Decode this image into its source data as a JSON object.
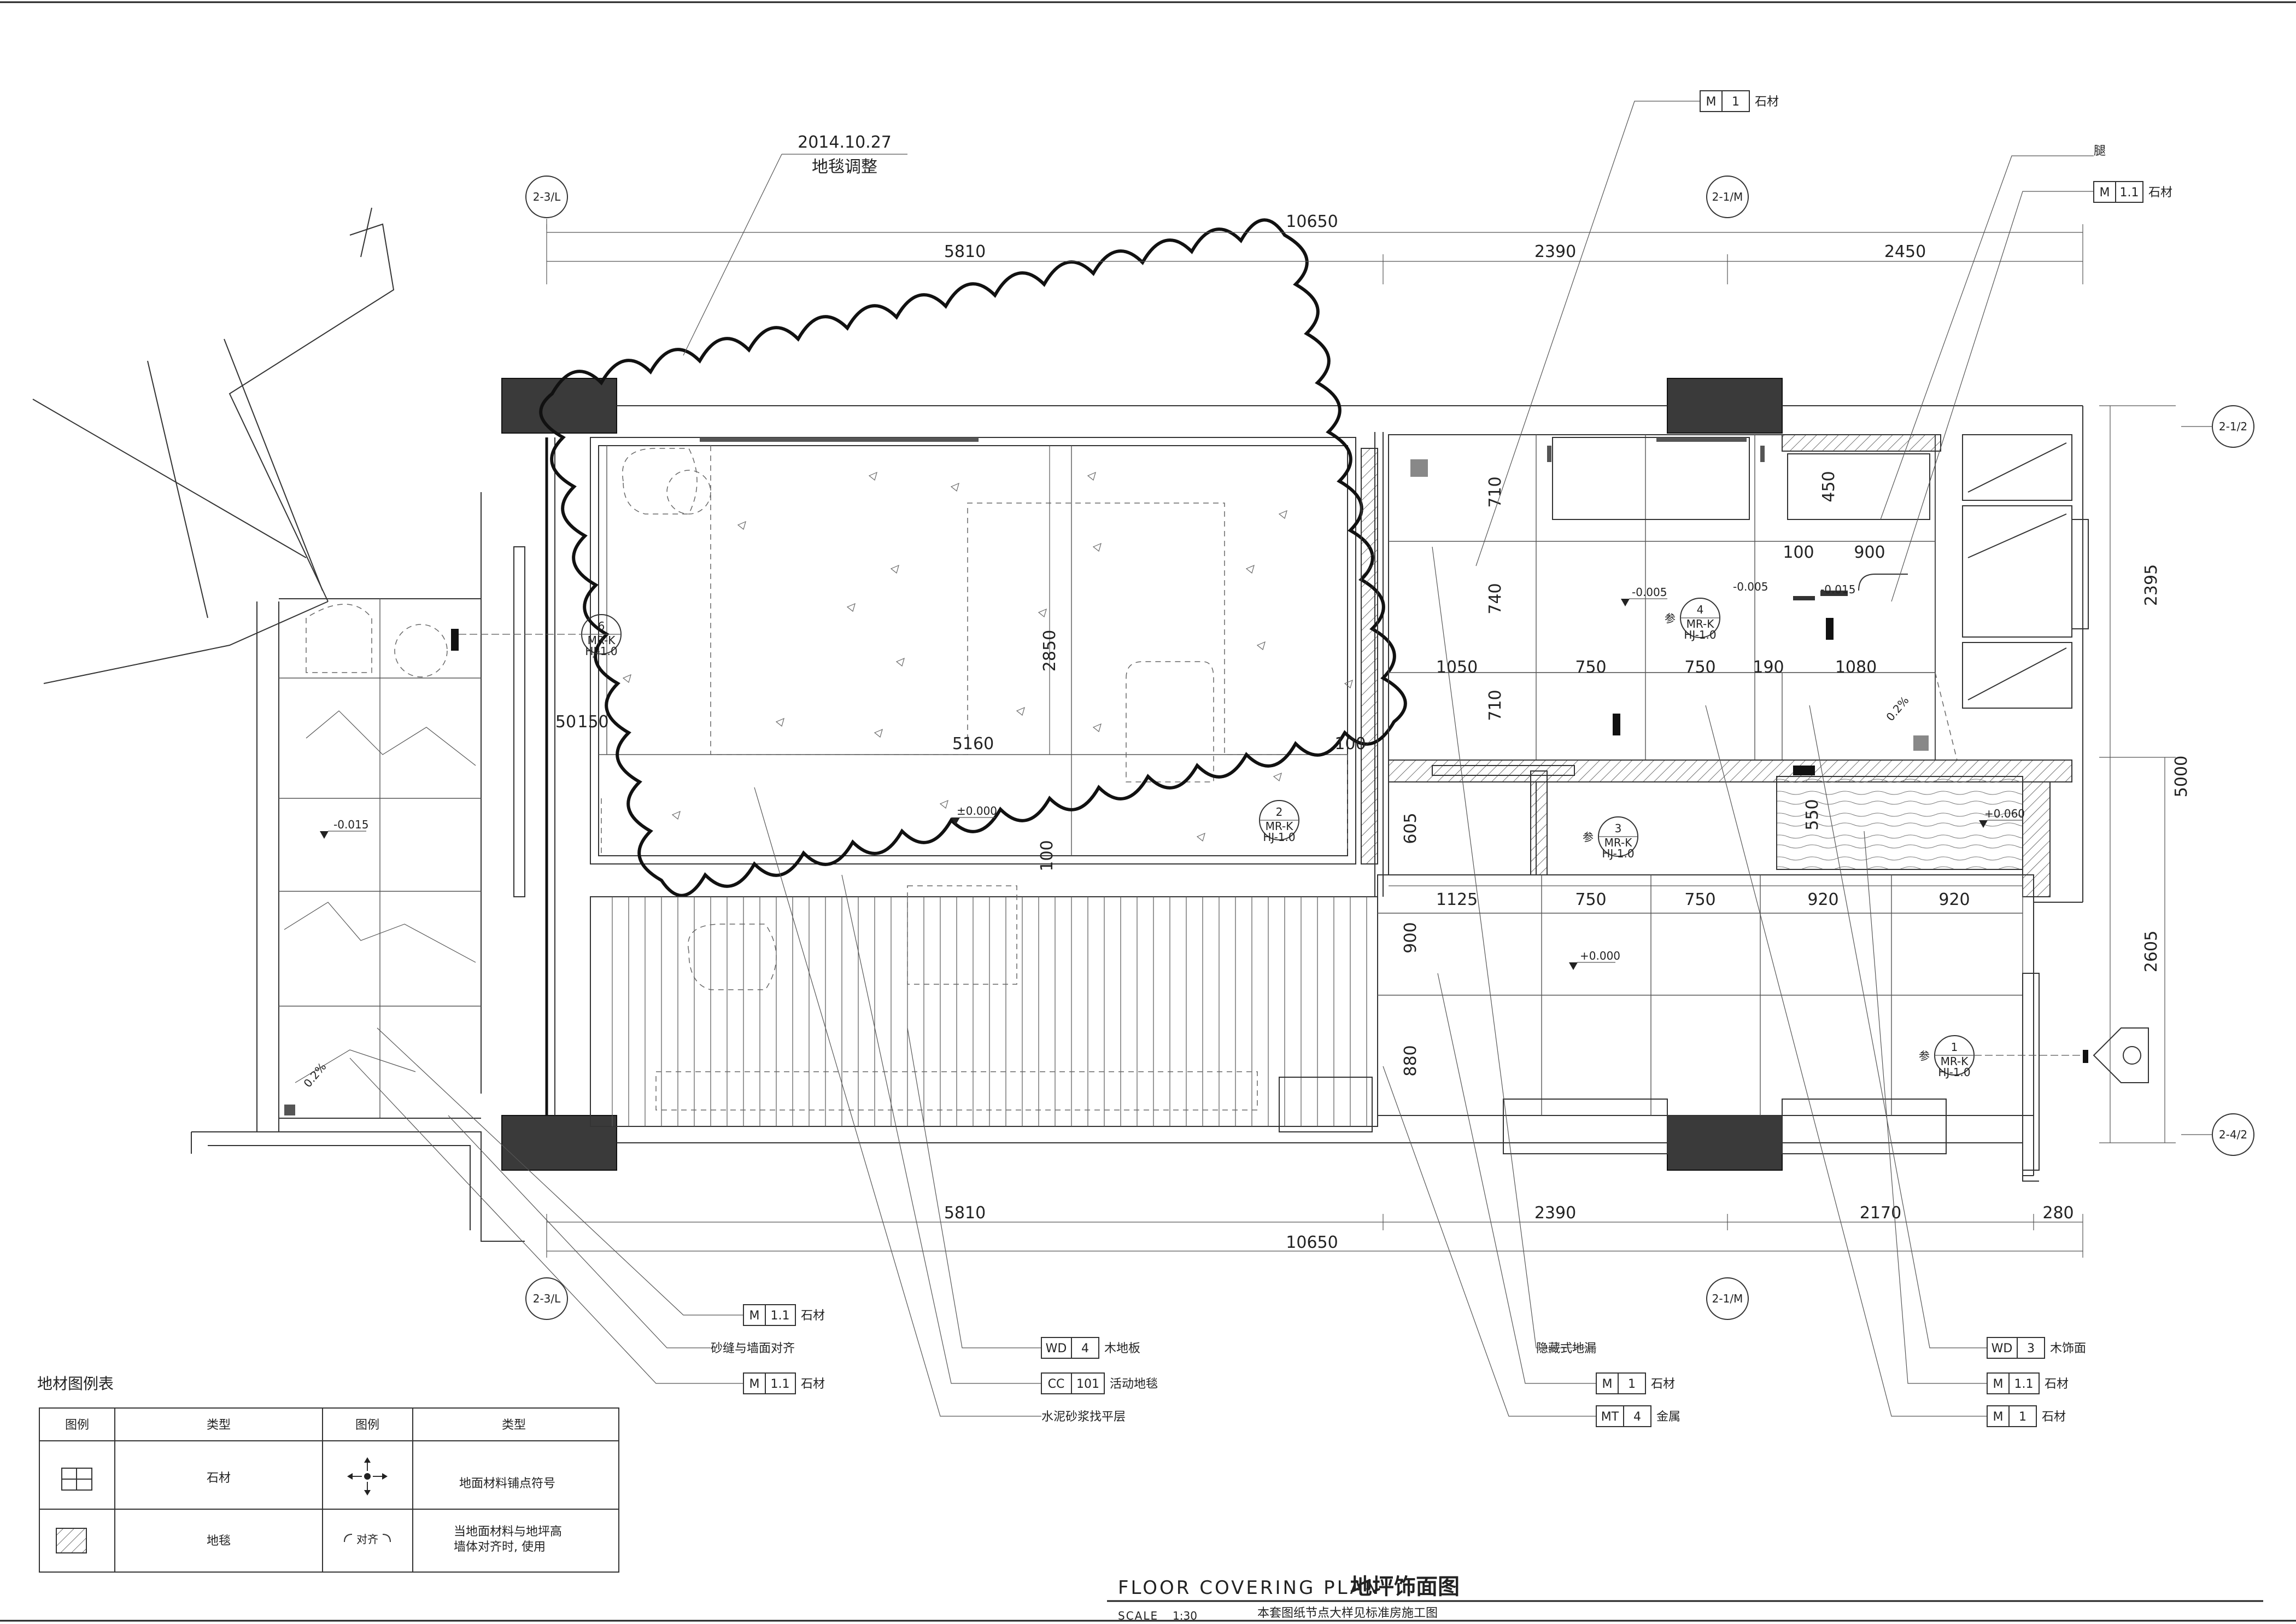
{
  "title": {
    "en": "FLOOR COVERING PLAN",
    "zh": "地坪饰面图",
    "scale_label": "SCALE",
    "scale_value": "1:30",
    "note": "本套图纸节点大样见标准房施工图"
  },
  "revision": {
    "date": "2014.10.27",
    "note": "地毯调整"
  },
  "grid_bubbles": {
    "left_top": "2-3/L",
    "mid_top": "2-1/M",
    "right_top": "2-1/2",
    "left_bottom": "2-3/L",
    "mid_bottom": "2-1/M",
    "right_bottom": "2-4/2"
  },
  "dimensions": {
    "top_total": "10650",
    "top_a": "5810",
    "top_b": "2390",
    "top_c": "2450",
    "bottom_a": "5810",
    "bottom_b": "2390",
    "bottom_c": "2170",
    "bottom_d": "280",
    "bottom_total": "10650",
    "right_a": "2395",
    "right_total": "5000",
    "right_b": "2605",
    "inner": [
      "2850",
      "5160",
      "50",
      "150",
      "100",
      "100",
      "710",
      "740",
      "710",
      "1050",
      "750",
      "750",
      "190",
      "1080",
      "100",
      "900",
      "450",
      "605",
      "550",
      "1125",
      "750",
      "750",
      "920",
      "920",
      "900",
      "880"
    ]
  },
  "levels": {
    "balcony": "-0.015",
    "room": "±0.000",
    "bath1": "-0.005",
    "bath2": "-0.005",
    "bath3": "-0.015",
    "closet": "+0.060",
    "corridor": "+0.000",
    "slope1": "0.2%",
    "slope2": "0.2%"
  },
  "section_marks": [
    {
      "num": "6",
      "ref": "MR-K",
      "sheet": "HJ-1.0"
    },
    {
      "num": "2",
      "ref": "MR-K",
      "sheet": "HJ-1.0"
    },
    {
      "num": "4",
      "ref": "MR-K",
      "sheet": "HJ-1.0"
    },
    {
      "num": "3",
      "ref": "MR-K",
      "sheet": "HJ-1.0"
    },
    {
      "num": "1",
      "ref": "MR-K",
      "sheet": "HJ-1.0"
    }
  ],
  "ref_prefix": "参",
  "callouts": {
    "top1": {
      "code": "M",
      "num": "1",
      "desc": "石材"
    },
    "top2_label": "腿",
    "top3": {
      "code": "M",
      "num": "1.1",
      "desc": "石材"
    },
    "left1": {
      "code": "M",
      "num": "1.1",
      "desc": "石材"
    },
    "left2_label": "砂缝与墙面对齐",
    "left3": {
      "code": "M",
      "num": "1.1",
      "desc": "石材"
    },
    "mid1": {
      "code": "WD",
      "num": "4",
      "desc": "木地板"
    },
    "mid2": {
      "code": "CC",
      "num": "101",
      "desc": "活动地毯"
    },
    "mid3_label": "水泥砂浆找平层",
    "c1_label": "隐藏式地漏",
    "c2": {
      "code": "M",
      "num": "1",
      "desc": "石材"
    },
    "c3": {
      "code": "MT",
      "num": "4",
      "desc": "金属"
    },
    "r1": {
      "code": "WD",
      "num": "3",
      "desc": "木饰面"
    },
    "r2": {
      "code": "M",
      "num": "1.1",
      "desc": "石材"
    },
    "r3": {
      "code": "M",
      "num": "1",
      "desc": "石材"
    }
  },
  "legend": {
    "title": "地材图例表",
    "headers": [
      "图例",
      "类型",
      "图例",
      "类型"
    ],
    "rows": [
      [
        "石材",
        "地面材料铺点符号"
      ],
      [
        "地毯",
        "当地面材料与地坪高",
        "墙体对齐时, 使用"
      ]
    ],
    "arrow_label": "对齐"
  }
}
